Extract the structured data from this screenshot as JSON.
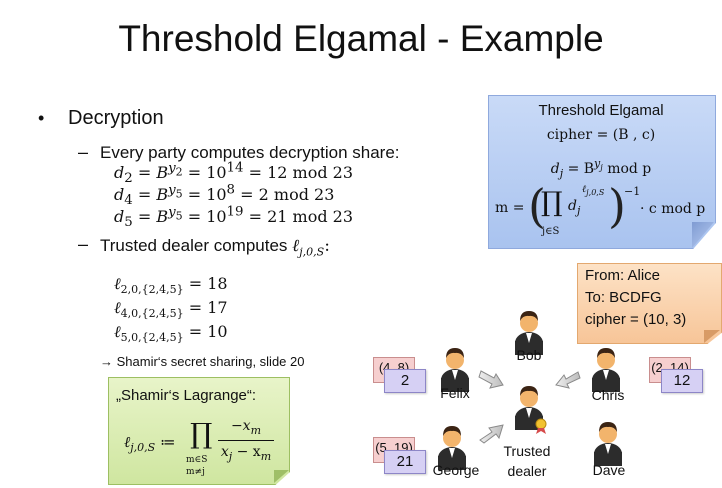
{
  "title": "Threshold Elgamal - Example",
  "bullet": {
    "symbol": "•",
    "heading": "Decryption",
    "sub1": "Every party computes decryption share:",
    "shares": [
      {
        "lhs": "d",
        "sub": "2",
        "exp_base": "y",
        "exp_sub": "2",
        "rhs_pow": "14",
        "result": "12",
        "mod": "mod 23"
      },
      {
        "lhs": "d",
        "sub": "4",
        "exp_base": "y",
        "exp_sub": "5",
        "rhs_pow": "8",
        "result": "2",
        "mod": "mod 23"
      },
      {
        "lhs": "d",
        "sub": "5",
        "exp_base": "y",
        "exp_sub": "5",
        "rhs_pow": "19",
        "result": "21",
        "mod": "mod 23"
      }
    ],
    "sub2": "Trusted dealer computes",
    "sub2_sym": "ℓ",
    "sub2_sym_sub": "j,0,S",
    "sub2_colon": ":",
    "lagrange": [
      {
        "sub": "2,0,{2,4,5}",
        "value": "18"
      },
      {
        "sub": "4,0,{2,4,5}",
        "value": "17"
      },
      {
        "sub": "5,0,{2,4,5}",
        "value": "10"
      }
    ],
    "note": "→ Shamir‘s secret sharing, slide 20"
  },
  "blue_box": {
    "title": "Threshold Elgamal",
    "cipher": "cipher = (B , c)",
    "share_formula_left": "d",
    "share_formula_sub": "j",
    "share_formula_mid": "= B",
    "share_formula_sup": "y",
    "share_formula_supsub": "j",
    "share_formula_right": "mod p",
    "m_lhs": "m =",
    "m_prod_sub": "j∈S",
    "m_d": "d",
    "m_d_sub": "j",
    "m_d_sup": "ℓ",
    "m_d_sup_sub": "j,0,S",
    "m_inv": "−1",
    "m_tail": "· c mod p"
  },
  "orange_box": {
    "from": "From: Alice",
    "to": "To: BCDFG",
    "cipher": "cipher = (10, 3)"
  },
  "green_box": {
    "title": "„Shamir‘s Lagrange“:",
    "lhs": "ℓ",
    "lhs_sub": "j,0,S",
    "assign": "≔",
    "prod_sub1": "m∈S",
    "prod_sub2": "m≠j",
    "numerator": "−x",
    "numerator_sub": "m",
    "denominator_a": "x",
    "denominator_a_sub": "j",
    "denominator_minus": "− x",
    "denominator_b_sub": "m"
  },
  "people": [
    {
      "name": "Bob"
    },
    {
      "name": "Felix"
    },
    {
      "name": "Chris"
    },
    {
      "name": "George"
    },
    {
      "name": "Trusted"
    },
    {
      "name": "dealer"
    },
    {
      "name": "Dave"
    }
  ],
  "cards": {
    "felix": {
      "pink": "(4, 8)",
      "purple": "2"
    },
    "chris": {
      "pink": "(2, 14)",
      "purple": "12"
    },
    "george": {
      "pink": "(5, 19)",
      "purple": "21"
    }
  },
  "colors": {
    "person_hair": "#3b2414",
    "person_skin": "#f2b46c",
    "person_shirt": "#2c2c2c",
    "dealer_badge": "#f2c230"
  }
}
